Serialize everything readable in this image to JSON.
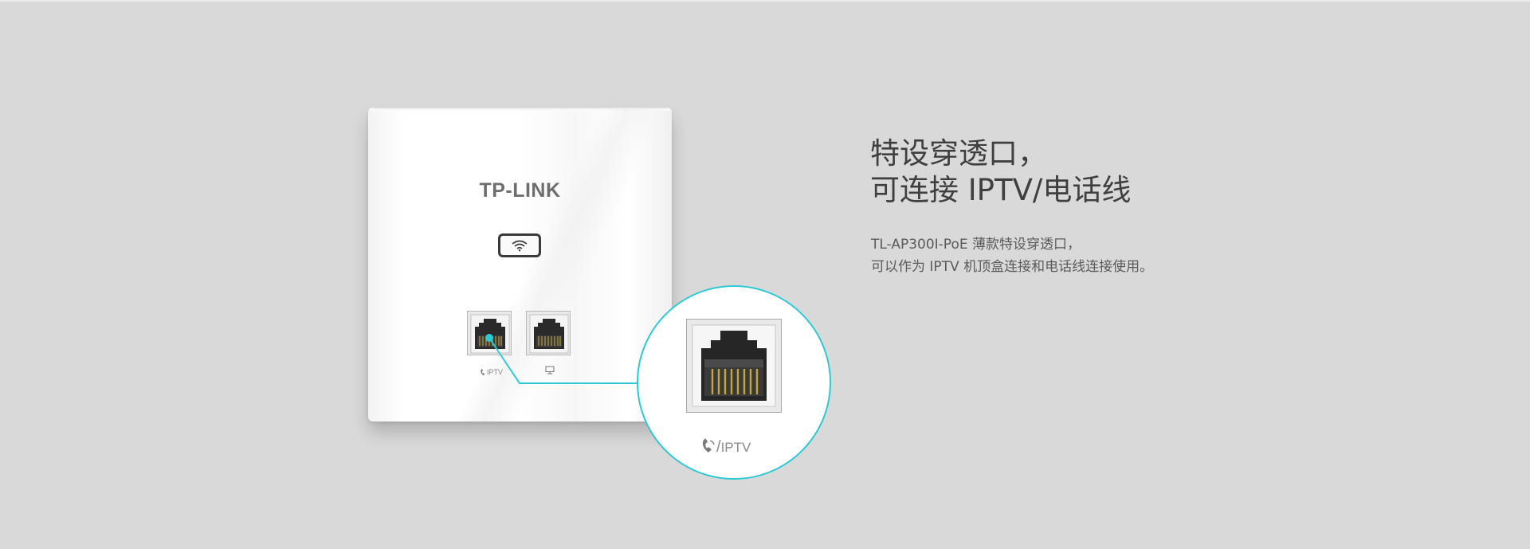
{
  "device": {
    "brand_logo": "TP-LINK",
    "left_port_label": "IPTV",
    "right_port_icon": "computer-icon",
    "button_icon": "wifi-icon"
  },
  "zoom": {
    "label": "IPTV",
    "icon": "phone-icon",
    "accent_color": "#2ec9d3"
  },
  "heading": {
    "line1": "特设穿透口，",
    "line2": "可连接 IPTV/电话线"
  },
  "description": {
    "line1": "TL-AP300I-PoE 薄款特设穿透口，",
    "line2": "可以作为 IPTV 机顶盒连接和电话线连接使用。"
  },
  "colors": {
    "background": "#d9d9d9",
    "heading": "#3f3f3f",
    "body": "#5a5a5a"
  }
}
